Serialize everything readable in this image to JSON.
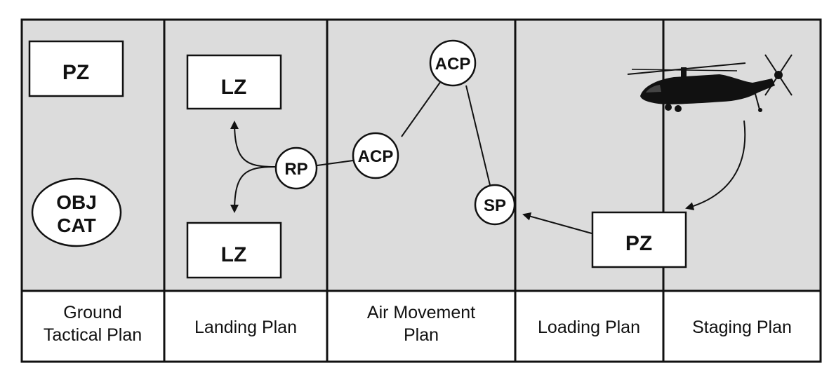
{
  "colors": {
    "panel_background": "#dcdcdc",
    "caption_background": "#ffffff",
    "stroke": "#111111",
    "shape_fill": "#ffffff"
  },
  "columns": [
    {
      "id": "ground",
      "caption": [
        "Ground",
        "Tactical Plan"
      ]
    },
    {
      "id": "landing",
      "caption": [
        "Landing Plan"
      ]
    },
    {
      "id": "air",
      "caption": [
        "Air Movement",
        "Plan"
      ]
    },
    {
      "id": "loading",
      "caption": [
        "Loading Plan"
      ]
    },
    {
      "id": "staging",
      "caption": [
        "Staging Plan"
      ]
    }
  ],
  "nodes": {
    "pz_ground": "PZ",
    "obj_cat": [
      "OBJ",
      "CAT"
    ],
    "lz_top": "LZ",
    "lz_bottom": "LZ",
    "rp": "RP",
    "acp_lower": "ACP",
    "acp_upper": "ACP",
    "sp": "SP",
    "pz_staging": "PZ"
  },
  "icons": {
    "helicopter": "helicopter-silhouette-icon"
  }
}
